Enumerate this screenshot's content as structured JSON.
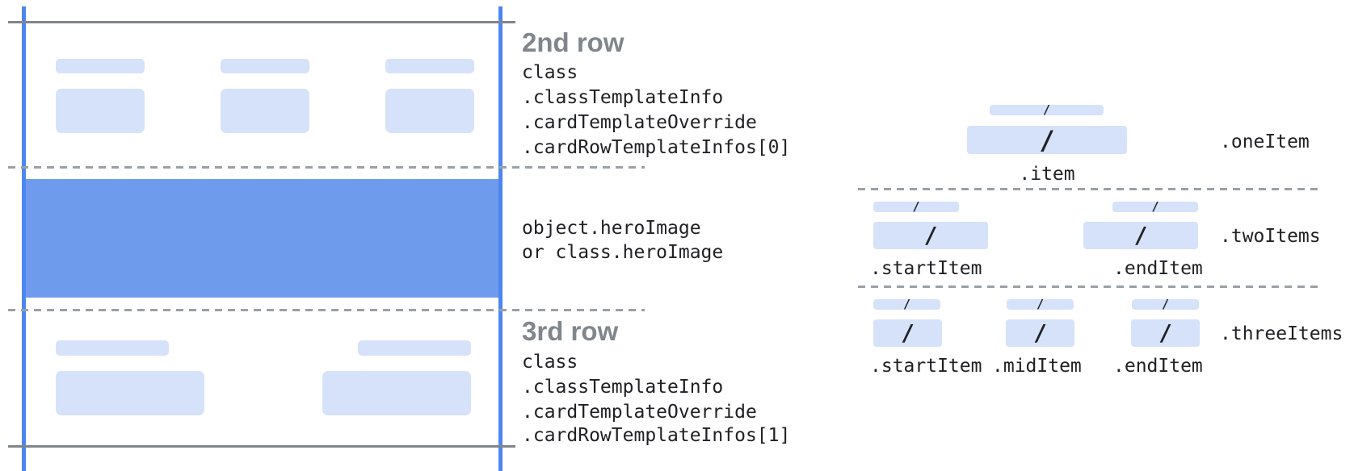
{
  "colors": {
    "guide_line_blue": "#4C86F0",
    "hero_blue": "#6E9BEC",
    "placeholder_blue": "#D6E2F9",
    "solid_gray_line": "#80868B",
    "dashed_gray_line": "#9AA0A6",
    "heading_gray": "#80868B",
    "code_text": "#202124"
  },
  "slash": "/",
  "left_card": {
    "second_row": {
      "title": "2nd row",
      "code": [
        "class",
        ".classTemplateInfo",
        ".cardTemplateOverride",
        ".cardRowTemplateInfos[0]"
      ]
    },
    "hero": {
      "line1": "object.heroImage",
      "line2": "or class.heroImage"
    },
    "third_row": {
      "title": "3rd row",
      "code": [
        "class",
        ".classTemplateInfo",
        ".cardTemplateOverride",
        ".cardRowTemplateInfos[1]"
      ]
    }
  },
  "right_diagrams": {
    "one_item": {
      "side_label": ".oneItem",
      "item_label": ".item"
    },
    "two_items": {
      "side_label": ".twoItems",
      "start_label": ".startItem",
      "end_label": ".endItem"
    },
    "three_items": {
      "side_label": ".threeItems",
      "start_label": ".startItem",
      "mid_label": ".midItem",
      "end_label": ".endItem"
    }
  }
}
